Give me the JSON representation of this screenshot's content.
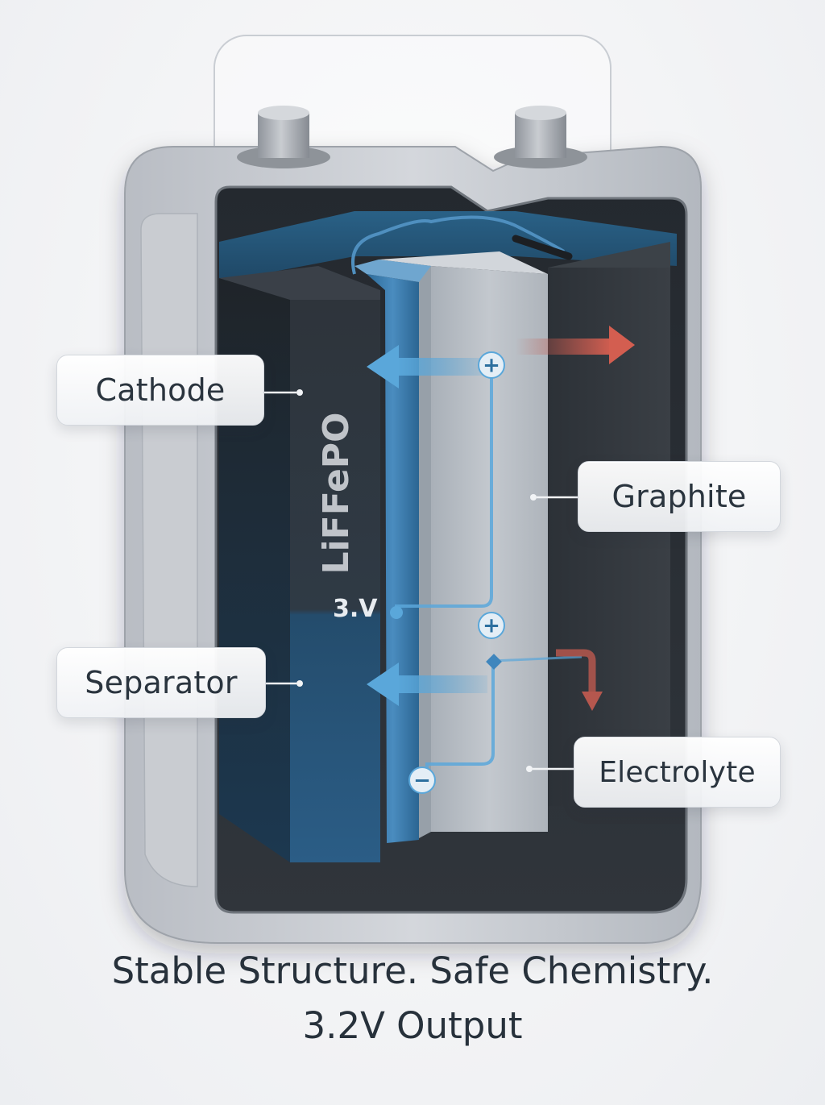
{
  "labels": {
    "cathode": "Cathode",
    "separator": "Separator",
    "graphite": "Graphite",
    "electrolyte": "Electrolyte",
    "cathode_material": "LiFFePO",
    "voltage_mark": "3.V"
  },
  "symbols": {
    "plus_top": "+",
    "plus_mid": "+",
    "minus": "−"
  },
  "caption": {
    "line1": "Stable Structure. Safe Chemistry.",
    "line2": "3.2V Output"
  },
  "colors": {
    "casing": "#c4c8ce",
    "interior": "#2b3036",
    "separator_blue": "#2f6f9d",
    "graphite_panel": "#b8bec6",
    "ion_arrow_blue": "#5aa7da",
    "heat_arrow_red": "#c85a4f",
    "text": "#2a343e"
  }
}
